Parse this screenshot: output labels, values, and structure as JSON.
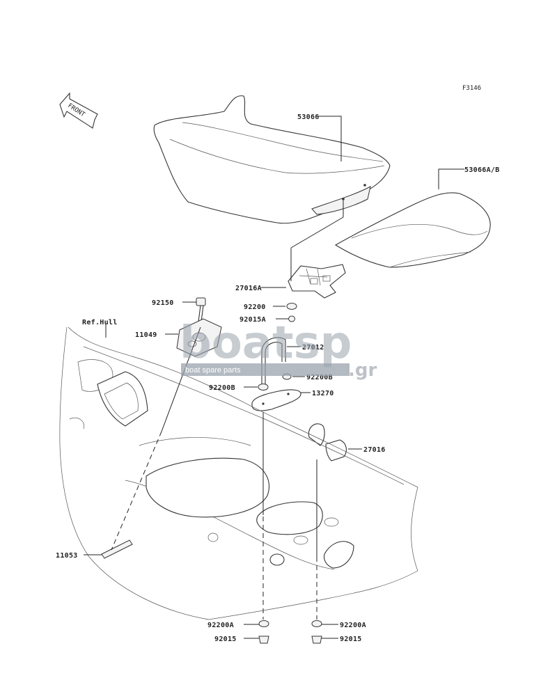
{
  "figure_code": "F3146",
  "front_arrow_text": "FRONT",
  "ref_hull_text": "Ref.Hull",
  "parts": [
    {
      "id": "p-53066",
      "label": "53066"
    },
    {
      "id": "p-53066ab",
      "label": "53066A/B"
    },
    {
      "id": "p-27016a",
      "label": "27016A"
    },
    {
      "id": "p-92200",
      "label": "92200"
    },
    {
      "id": "p-92015a",
      "label": "92015A"
    },
    {
      "id": "p-92150",
      "label": "92150"
    },
    {
      "id": "p-11049",
      "label": "11049"
    },
    {
      "id": "p-27012",
      "label": "27012"
    },
    {
      "id": "p-92200b-r",
      "label": "92200B"
    },
    {
      "id": "p-92200b-l",
      "label": "92200B"
    },
    {
      "id": "p-13270",
      "label": "13270"
    },
    {
      "id": "p-27016",
      "label": "27016"
    },
    {
      "id": "p-11053",
      "label": "11053"
    },
    {
      "id": "p-92200a-l",
      "label": "92200A"
    },
    {
      "id": "p-92015-l",
      "label": "92015"
    },
    {
      "id": "p-92200a-r",
      "label": "92200A"
    },
    {
      "id": "p-92015-r",
      "label": "92015"
    }
  ],
  "watermark": {
    "brand": "boatsp",
    "tagline": "boat spare parts",
    "tld": ".gr"
  }
}
